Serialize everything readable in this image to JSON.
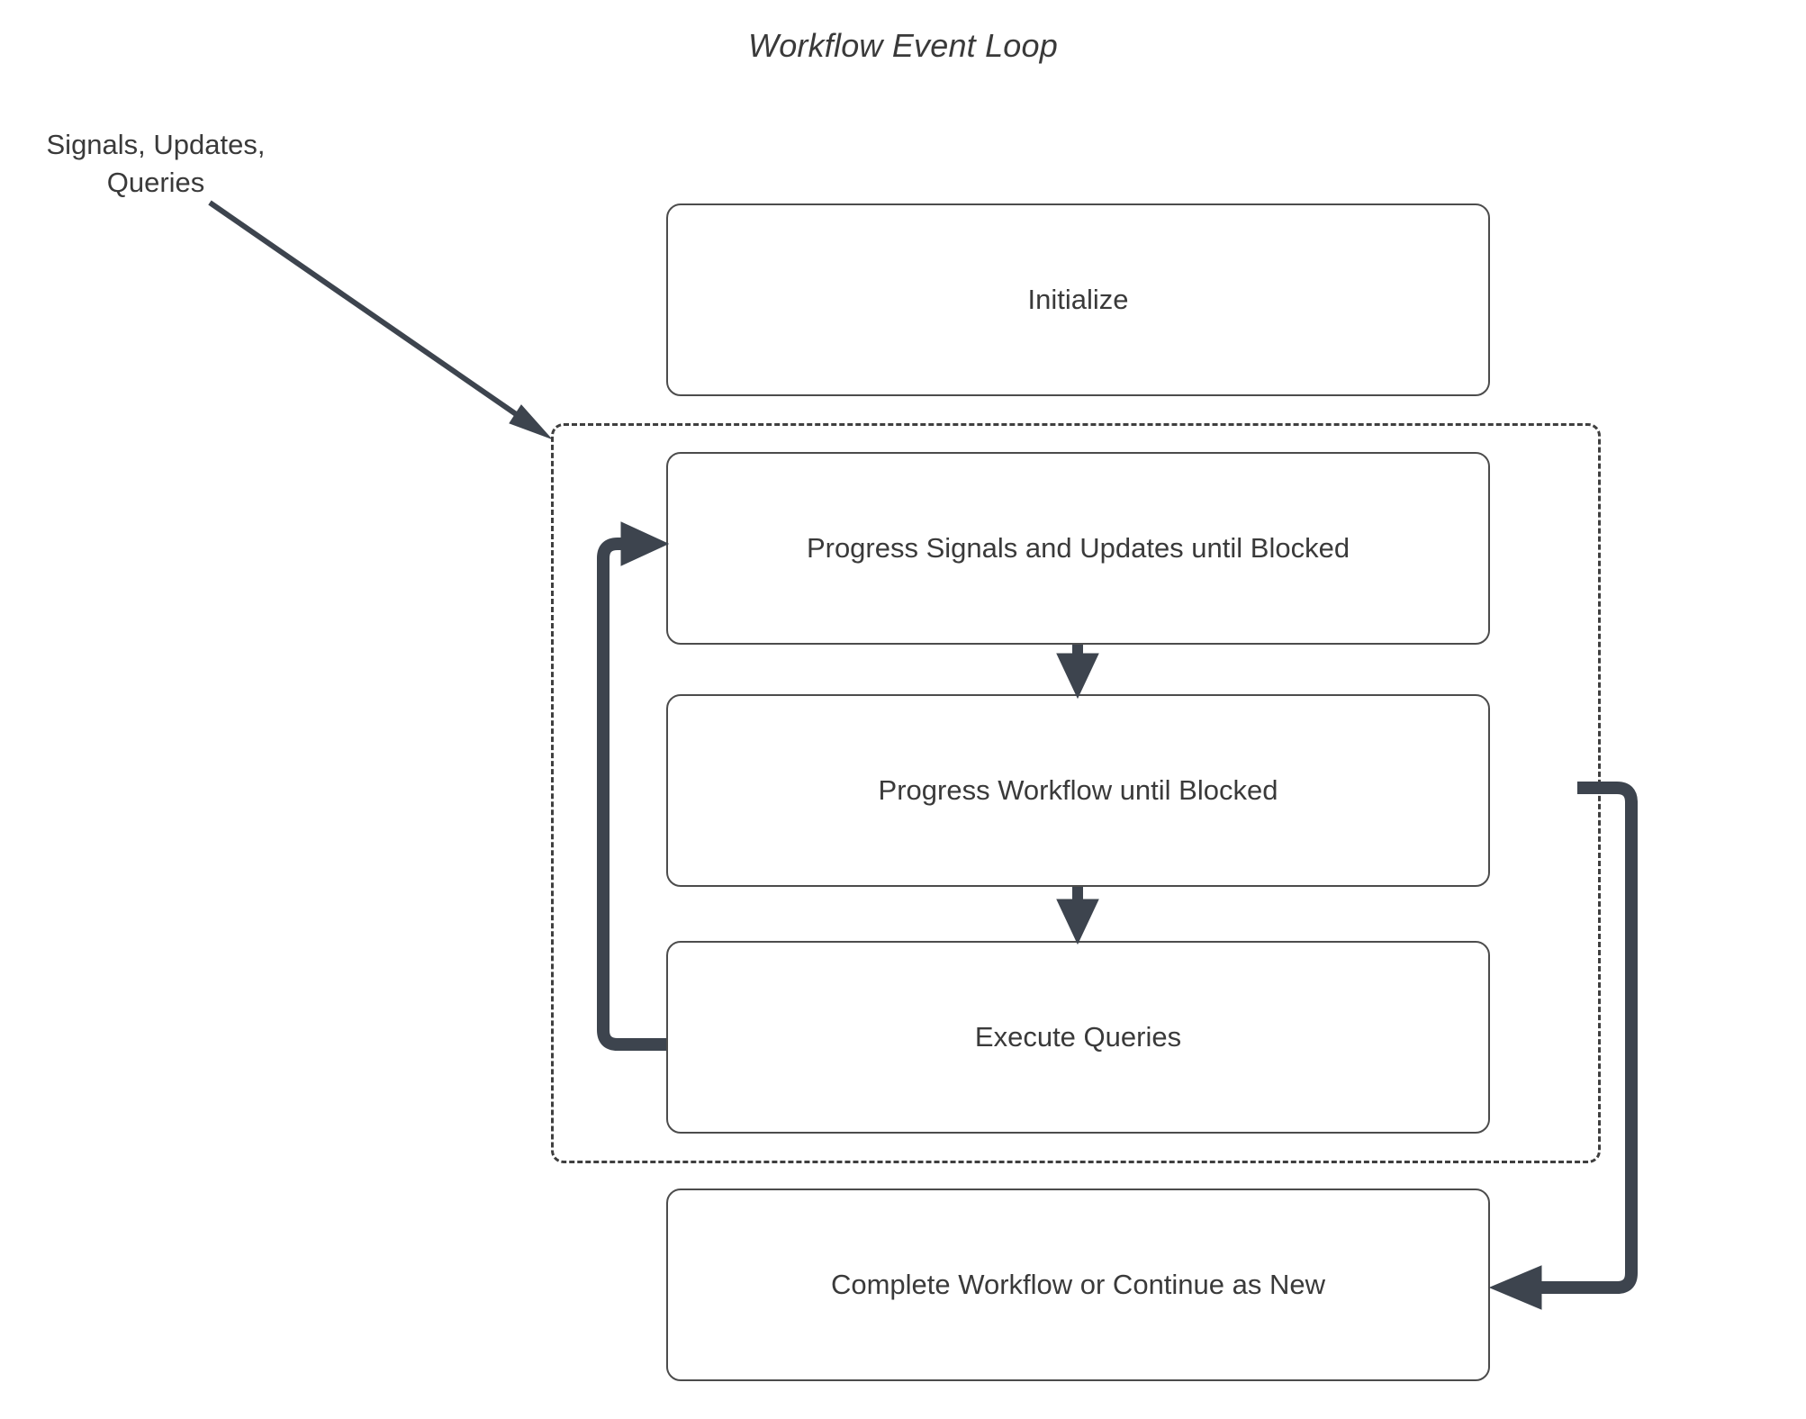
{
  "diagram": {
    "title": "Workflow Event Loop",
    "type": "flowchart",
    "external_label": {
      "lines": [
        "Signals, Updates,",
        "Queries"
      ],
      "text": "Signals, Updates, Queries"
    },
    "nodes": [
      {
        "id": "initialize",
        "label": "Initialize",
        "inside_loop": false
      },
      {
        "id": "progress-signals",
        "label": "Progress Signals and Updates until Blocked",
        "inside_loop": true
      },
      {
        "id": "progress-workflow",
        "label": "Progress Workflow until Blocked",
        "inside_loop": true
      },
      {
        "id": "execute-queries",
        "label": "Execute Queries",
        "inside_loop": true
      },
      {
        "id": "complete-workflow",
        "label": "Complete Workflow or Continue as New",
        "inside_loop": false
      }
    ],
    "edges": [
      {
        "from": "external-input",
        "to": "loop-container",
        "style": "solid-diagonal"
      },
      {
        "from": "progress-signals",
        "to": "progress-workflow",
        "style": "solid-down"
      },
      {
        "from": "progress-workflow",
        "to": "execute-queries",
        "style": "solid-down"
      },
      {
        "from": "execute-queries",
        "to": "progress-signals",
        "style": "loop-back-left"
      },
      {
        "from": "loop-container",
        "to": "complete-workflow",
        "style": "exit-right"
      }
    ],
    "loop_container": {
      "border": "dashed",
      "label": ""
    },
    "colors": {
      "arrow": "#3d444e",
      "node_border": "#4c4c4c",
      "dashed_border": "#3f3f3f",
      "text": "#3a3a3a",
      "background": "#ffffff"
    }
  }
}
